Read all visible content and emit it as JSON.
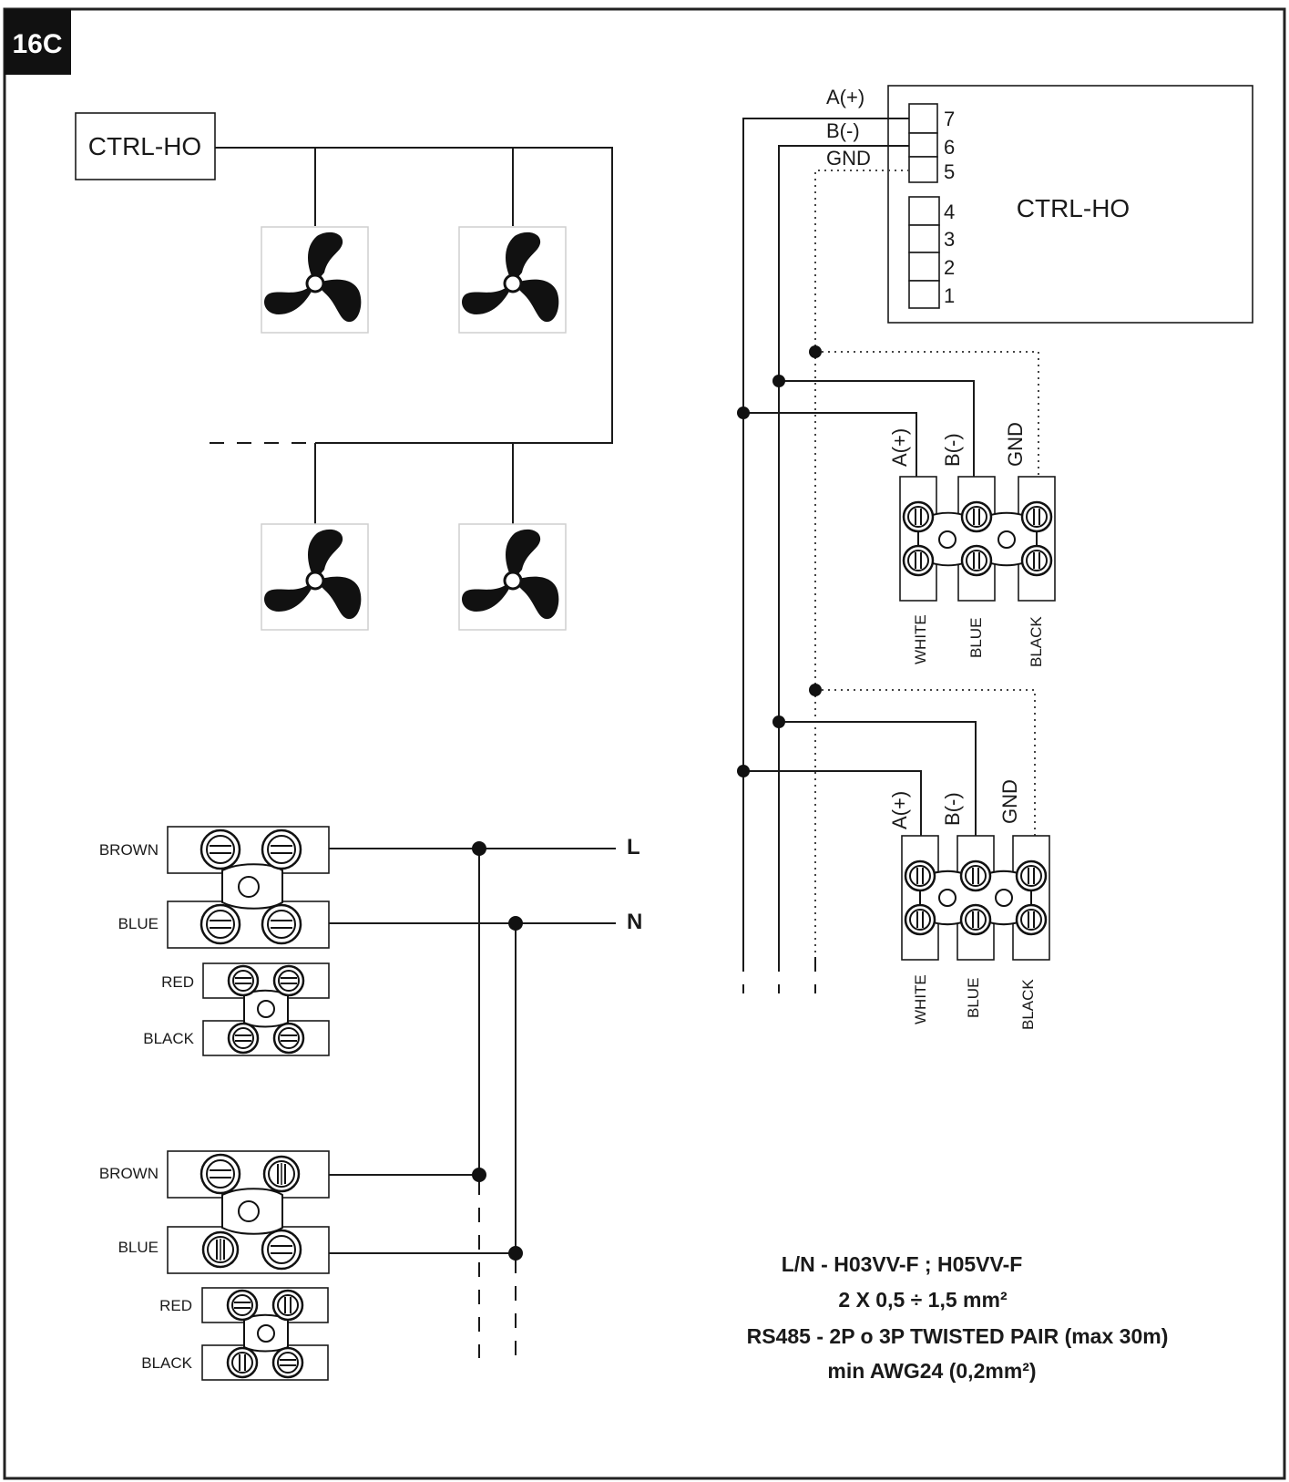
{
  "figure": {
    "id": "16C"
  },
  "controller_left": {
    "label": "CTRL-HO"
  },
  "controller_right": {
    "label": "CTRL-HO",
    "bus_labels": [
      "A(+)",
      "B(-)",
      "GND"
    ],
    "terminals": [
      "7",
      "6",
      "5",
      "4",
      "3",
      "2",
      "1"
    ]
  },
  "fans": {
    "count": 4,
    "icon": "fan-icon"
  },
  "rs485_blocks": [
    {
      "pins": [
        "A(+)",
        "B(-)",
        "GND"
      ],
      "wires": [
        "WHITE",
        "BLUE",
        "BLACK"
      ]
    },
    {
      "pins": [
        "A(+)",
        "B(-)",
        "GND"
      ],
      "wires": [
        "WHITE",
        "BLUE",
        "BLACK"
      ]
    }
  ],
  "power_blocks": [
    {
      "wires": [
        "BROWN",
        "BLUE",
        "RED",
        "BLACK"
      ]
    },
    {
      "wires": [
        "BROWN",
        "BLUE",
        "RED",
        "BLACK"
      ]
    }
  ],
  "mains": {
    "line": "L",
    "neutral": "N"
  },
  "notes": [
    "L/N - H03VV-F ; H05VV-F",
    "2  X 0,5 ÷ 1,5 mm²",
    "RS485 - 2P o 3P TWISTED PAIR (max 30m)",
    "min AWG24 (0,2mm²)"
  ]
}
